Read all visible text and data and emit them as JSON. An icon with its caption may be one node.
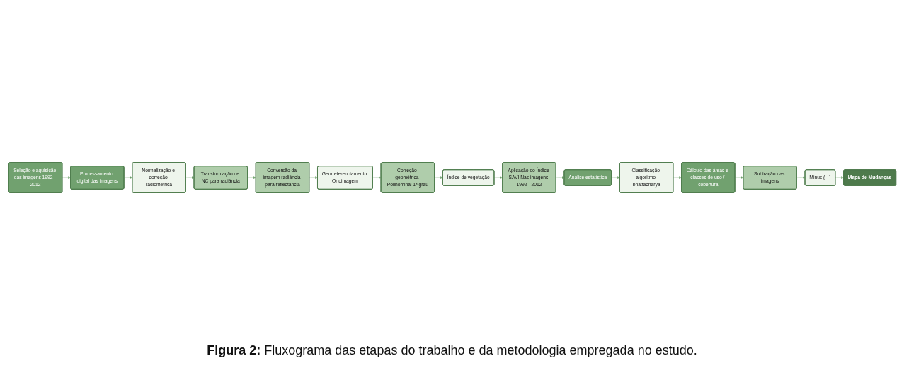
{
  "diagram": {
    "caption": "**Figura 2:** Fluxograma das etapas do trabalho e da metodologia empregada no estudo.",
    "nodes": [
      {
        "text": [
          "Seleção e aquisição das imagens 1992 - 2012"
        ]
      },
      {
        "text": [
          "Processamento digital das imagens"
        ]
      },
      {
        "text": [
          "Normalização e correção radiométrica"
        ]
      },
      {
        "text": [
          "Transformação de NC para radiância"
        ]
      },
      {
        "text": [
          "Conversão da imagem radiância para reflectância"
        ]
      },
      {
        "text": [
          "Georreferenciamento Ortoimagem"
        ]
      },
      {
        "text": [
          "Correção geométrica Polinominal 1ª grau"
        ]
      },
      {
        "text": [
          "Índice de vegetação"
        ]
      },
      {
        "text": [
          "Aplicação do Índice SAVI Nas imagens 1992 - 2012"
        ]
      },
      {
        "text": [
          "Análise estatística"
        ]
      },
      {
        "text": [
          "Classificação algoritmo bhattacharya"
        ]
      },
      {
        "text": [
          "Cálculo das áreas e classes de uso / cobertura"
        ]
      },
      {
        "text": [
          "Subtração das imagens"
        ]
      },
      {
        "text": [
          "Minus ( - )"
        ]
      },
      {
        "text": [
          "Mapa de Mudanças"
        ]
      }
    ],
    "edges": [
      {
        "from": 0,
        "to": 1,
        "arrow": "to"
      },
      {
        "from": 1,
        "to": 2,
        "arrow": "to"
      },
      {
        "from": 2,
        "to": 3,
        "arrow": "to"
      },
      {
        "from": 3,
        "to": 4,
        "arrow": "to"
      },
      {
        "from": 4,
        "to": 5,
        "arrow": "to"
      },
      {
        "from": 5,
        "to": 6,
        "arrow": "to"
      },
      {
        "from": 6,
        "to": 7,
        "arrow": "to"
      },
      {
        "from": 7,
        "to": 8,
        "arrow": "to"
      },
      {
        "from": 8,
        "to": 9,
        "arrow": "to"
      },
      {
        "from": 9,
        "to": 10,
        "arrow": "to"
      },
      {
        "from": 10,
        "to": 11,
        "arrow": "to"
      },
      {
        "from": 11,
        "to": 12,
        "arrow": "to"
      },
      {
        "from": 12,
        "to": 13,
        "arrow": "to"
      },
      {
        "from": 13,
        "to": 14,
        "arrow": "to"
      }
    ]
  }
}
